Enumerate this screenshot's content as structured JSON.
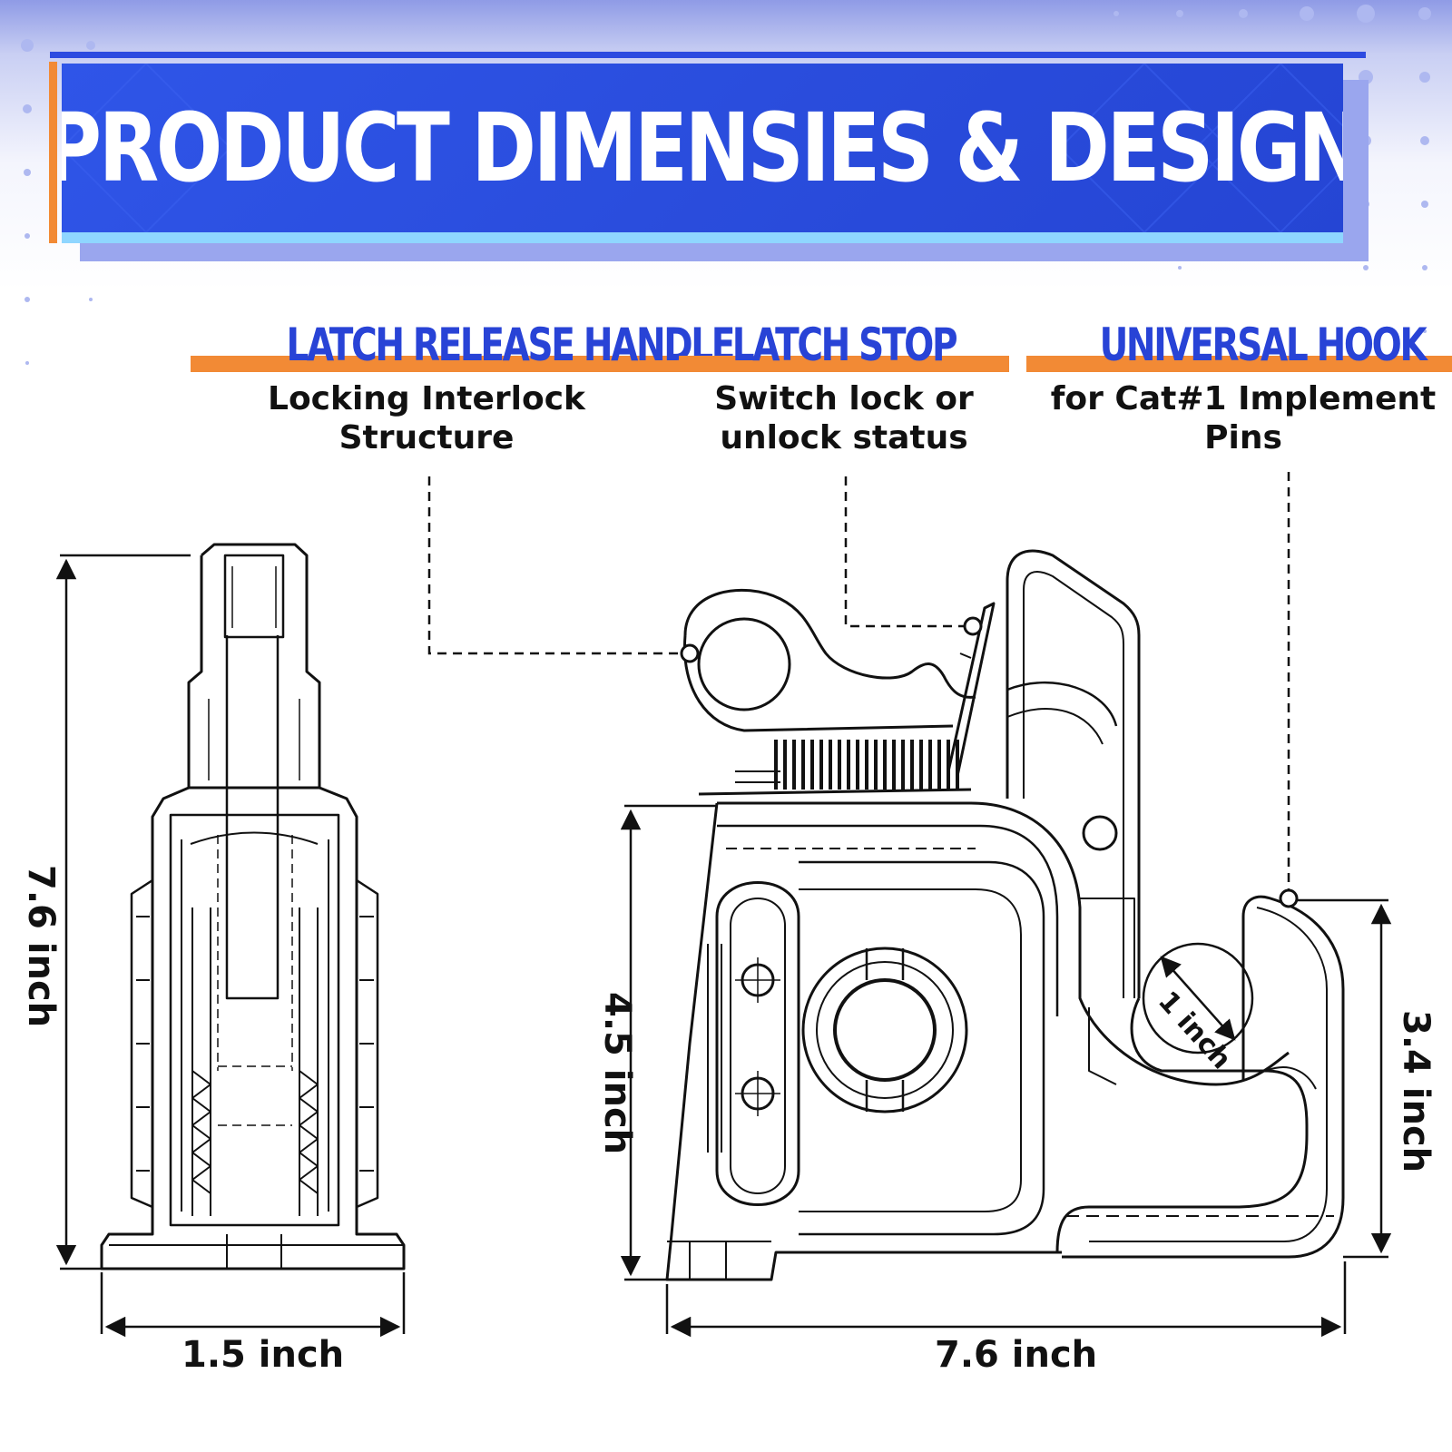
{
  "title": "PRODUCT DIMENSIES & DESIGN",
  "features": [
    {
      "name": "LATCH RELEASE HANDLE",
      "description": "Locking Interlock\nStructure"
    },
    {
      "name": "LATCH STOP",
      "description": "Switch lock or\nunlock status"
    },
    {
      "name": "UNIVERSAL HOOK",
      "description": "for Cat#1 Implement\nPins"
    }
  ],
  "dimensions": {
    "front_height": "7.6 inch",
    "front_width": "1.5 inch",
    "side_body_height": "4.5 inch",
    "side_width": "7.6 inch",
    "hook_height": "3.4 inch",
    "hook_opening": "1 inch"
  },
  "colors": {
    "accent_blue": "#2d4be0",
    "accent_orange": "#f28a35",
    "line": "#111111"
  }
}
